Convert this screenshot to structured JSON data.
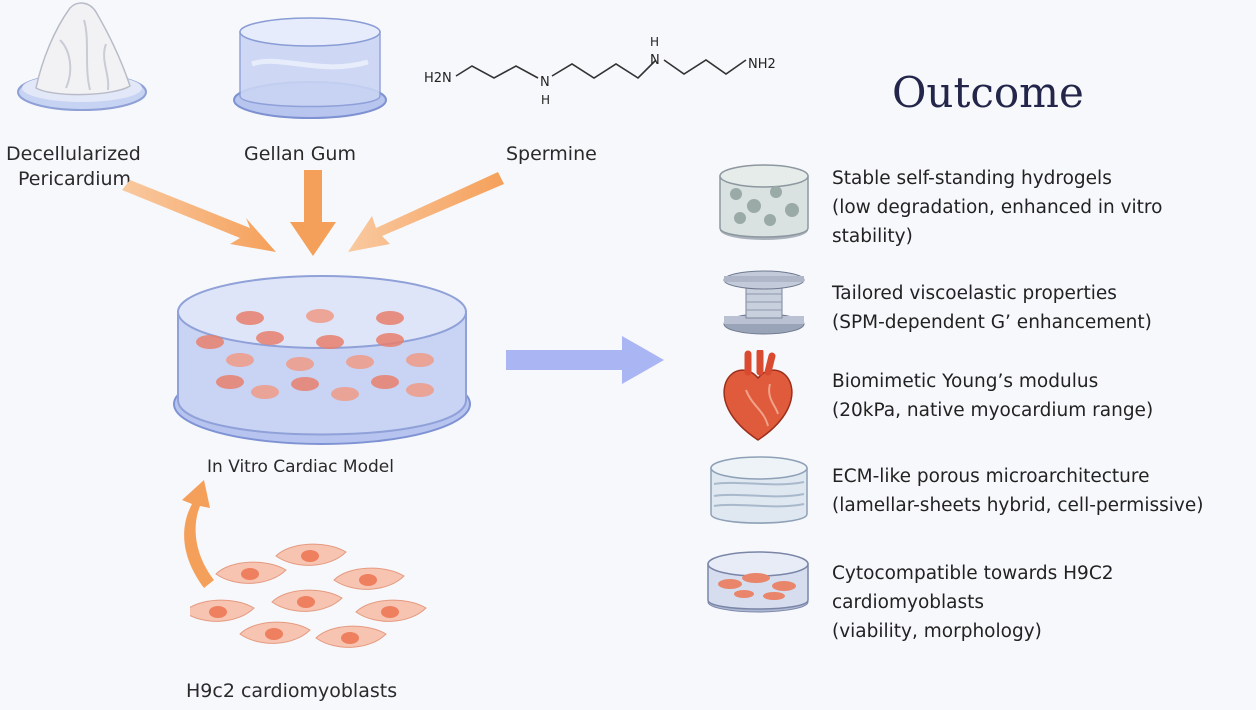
{
  "inputs": {
    "pericardium": {
      "line1": "Decellularized",
      "line2": "Pericardium"
    },
    "gellan": {
      "label": "Gellan Gum"
    },
    "spermine": {
      "label": "Spermine",
      "formula": {
        "h2n_left": "H2N",
        "nh2_right": "NH2",
        "n1": "N",
        "h1": "H",
        "n2": "N",
        "h2": "H"
      }
    }
  },
  "center": {
    "label": "In Vitro Cardiac Model"
  },
  "cells": {
    "label": "H9c2 cardiomyoblasts"
  },
  "outcome": {
    "title": "Outcome",
    "items": [
      {
        "icon": "porous-hydrogel-disc-icon",
        "lines": [
          "Stable self-standing hydrogels",
          "(low degradation, enhanced in vitro",
          "stability)"
        ]
      },
      {
        "icon": "rheometer-plate-icon",
        "lines": [
          "Tailored viscoelastic properties",
          "(SPM-dependent G’ enhancement)"
        ]
      },
      {
        "icon": "heart-icon",
        "lines": [
          "Biomimetic Young’s modulus",
          "(20kPa, native myocardium range)"
        ]
      },
      {
        "icon": "layered-scaffold-icon",
        "lines": [
          "ECM-like porous microarchitecture",
          "(lamellar-sheets hybrid, cell-permissive)"
        ]
      },
      {
        "icon": "cell-culture-dish-icon",
        "lines": [
          "Cytocompatible towards H9C2",
          "cardiomyoblasts",
          "(viability, morphology)"
        ]
      }
    ]
  },
  "colors": {
    "arrow_orange": "#f5a05a",
    "arrow_blue": "#a9b6f3",
    "title": "#23264a",
    "dish_blue": "#9fb0e8",
    "cell_pink": "#f2a08a"
  }
}
